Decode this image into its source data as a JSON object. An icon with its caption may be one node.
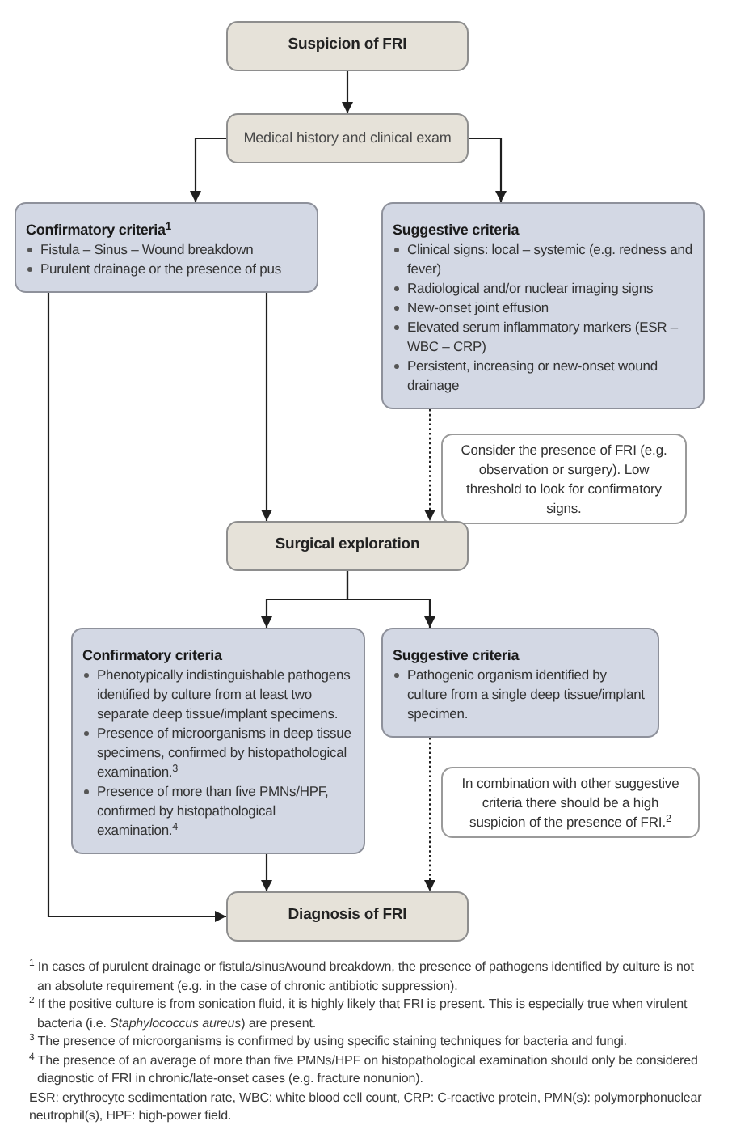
{
  "diagram": {
    "nodes": [
      {
        "text": [
          "Suspicion of FRI"
        ]
      },
      {
        "text": [
          "Medical history and clinical exam"
        ]
      },
      {
        "text": [
          "Confirmatory criteria$^{1}$",
          "Fistula – Sinus – Wound breakdown",
          "Purulent drainage or the presence of pus"
        ]
      },
      {
        "text": [
          "Suggestive criteria",
          "Clinical signs: local – systemic (e.g. redness and fever)",
          "Radiological and/or nuclear imaging signs",
          "New-onset joint effusion",
          "Elevated serum inflammatory markers (ESR – WBC – CRP)",
          "Persistent, increasing or new-onset wound drainage"
        ]
      },
      {
        "text": [
          "Consider the presence of FRI (e.g. observation or surgery). Low threshold to look for confirmatory signs."
        ]
      },
      {
        "text": [
          "Surgical exploration"
        ]
      },
      {
        "text": [
          "Confirmatory criteria",
          "Phenotypically indistinguishable pathogens identified by culture from at least two separate deep tissue/implant specimens.",
          "Presence of microorganisms in deep tissue specimens, confirmed by histopathological examination.$^{3}$",
          "Presence of more than five PMNs/HPF, confirmed by histopathological examination.$^{4}$"
        ]
      },
      {
        "text": [
          "Suggestive criteria",
          "Pathogenic organism identified by culture from a single deep tissue/implant specimen."
        ]
      },
      {
        "text": [
          "In combination with other suggestive criteria there should be a high suspicion of the presence of FRI.$^{2}$"
        ]
      },
      {
        "text": [
          "Diagnosis of FRI"
        ]
      }
    ],
    "edges": [
      {
        "from": 0,
        "to": 1,
        "arrow": "to"
      },
      {
        "from": 1,
        "to": 2,
        "arrow": "to"
      },
      {
        "from": 1,
        "to": 3,
        "arrow": "to"
      },
      {
        "from": 2,
        "to": 5,
        "arrow": "to"
      },
      {
        "from": 2,
        "to": 9,
        "arrow": "to"
      },
      {
        "from": 3,
        "to": 5,
        "arrow": "to",
        "style": "dashed"
      },
      {
        "from": 5,
        "to": 6,
        "arrow": "to"
      },
      {
        "from": 5,
        "to": 7,
        "arrow": "to"
      },
      {
        "from": 6,
        "to": 9,
        "arrow": "to"
      },
      {
        "from": 7,
        "to": 9,
        "arrow": "to",
        "style": "dashed"
      }
    ],
    "labels": [
      "$^{1}$ In cases of purulent drainage or fistula/sinus/wound breakdown, the presence of pathogens identified by culture is not an absolute requirement (e.g. in the case of chronic antibiotic suppression).",
      "$^{2}$ If the positive culture is from sonication fluid, it is highly likely that FRI is present. This is especially true when virulent bacteria (i.e. *Staphylococcus aureus*) are present.",
      "$^{3}$ The presence of microorganisms is confirmed by using specific staining techniques for bacteria and fungi.",
      "$^{4}$ The presence of an average of more than five PMNs/HPF on histopathological examination should only be considered diagnostic of FRI in chronic/late-onset cases (e.g. fracture nonunion).",
      "ESR: erythrocyte sedimentation rate, WBC: white blood cell count, CRP: C-reactive protein, PMN(s): polymorphonuclear neutrophil(s), HPF: high-power field."
    ]
  }
}
